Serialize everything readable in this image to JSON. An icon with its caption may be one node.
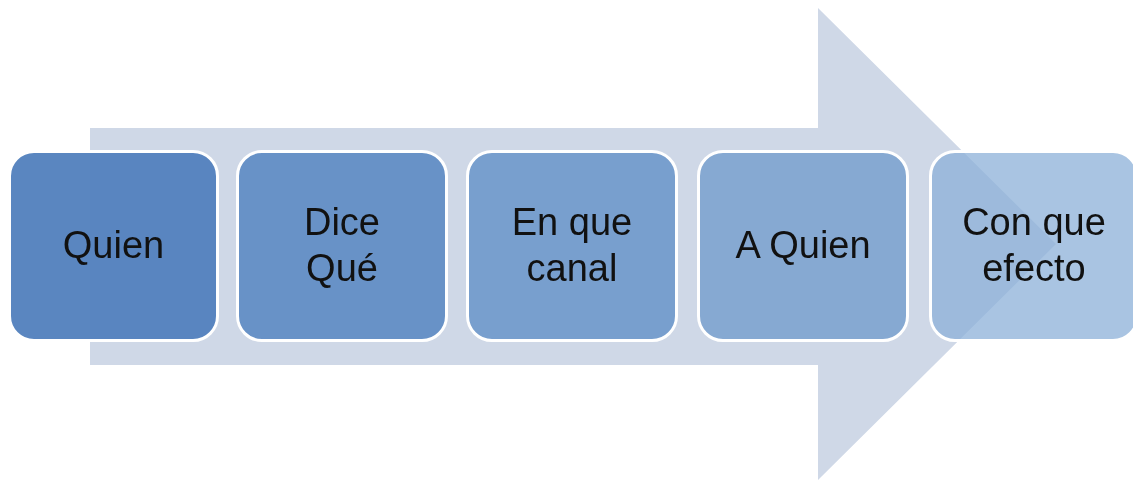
{
  "diagram": {
    "nodes": [
      {
        "text": [
          "Quien"
        ]
      },
      {
        "text": [
          "Dice Qué"
        ]
      },
      {
        "text": [
          "En que canal"
        ]
      },
      {
        "text": [
          "A Quien"
        ]
      },
      {
        "text": [
          "Con que efecto"
        ]
      }
    ],
    "edges": [
      {
        "from": 0,
        "to": 4,
        "arrow": "to"
      }
    ]
  }
}
